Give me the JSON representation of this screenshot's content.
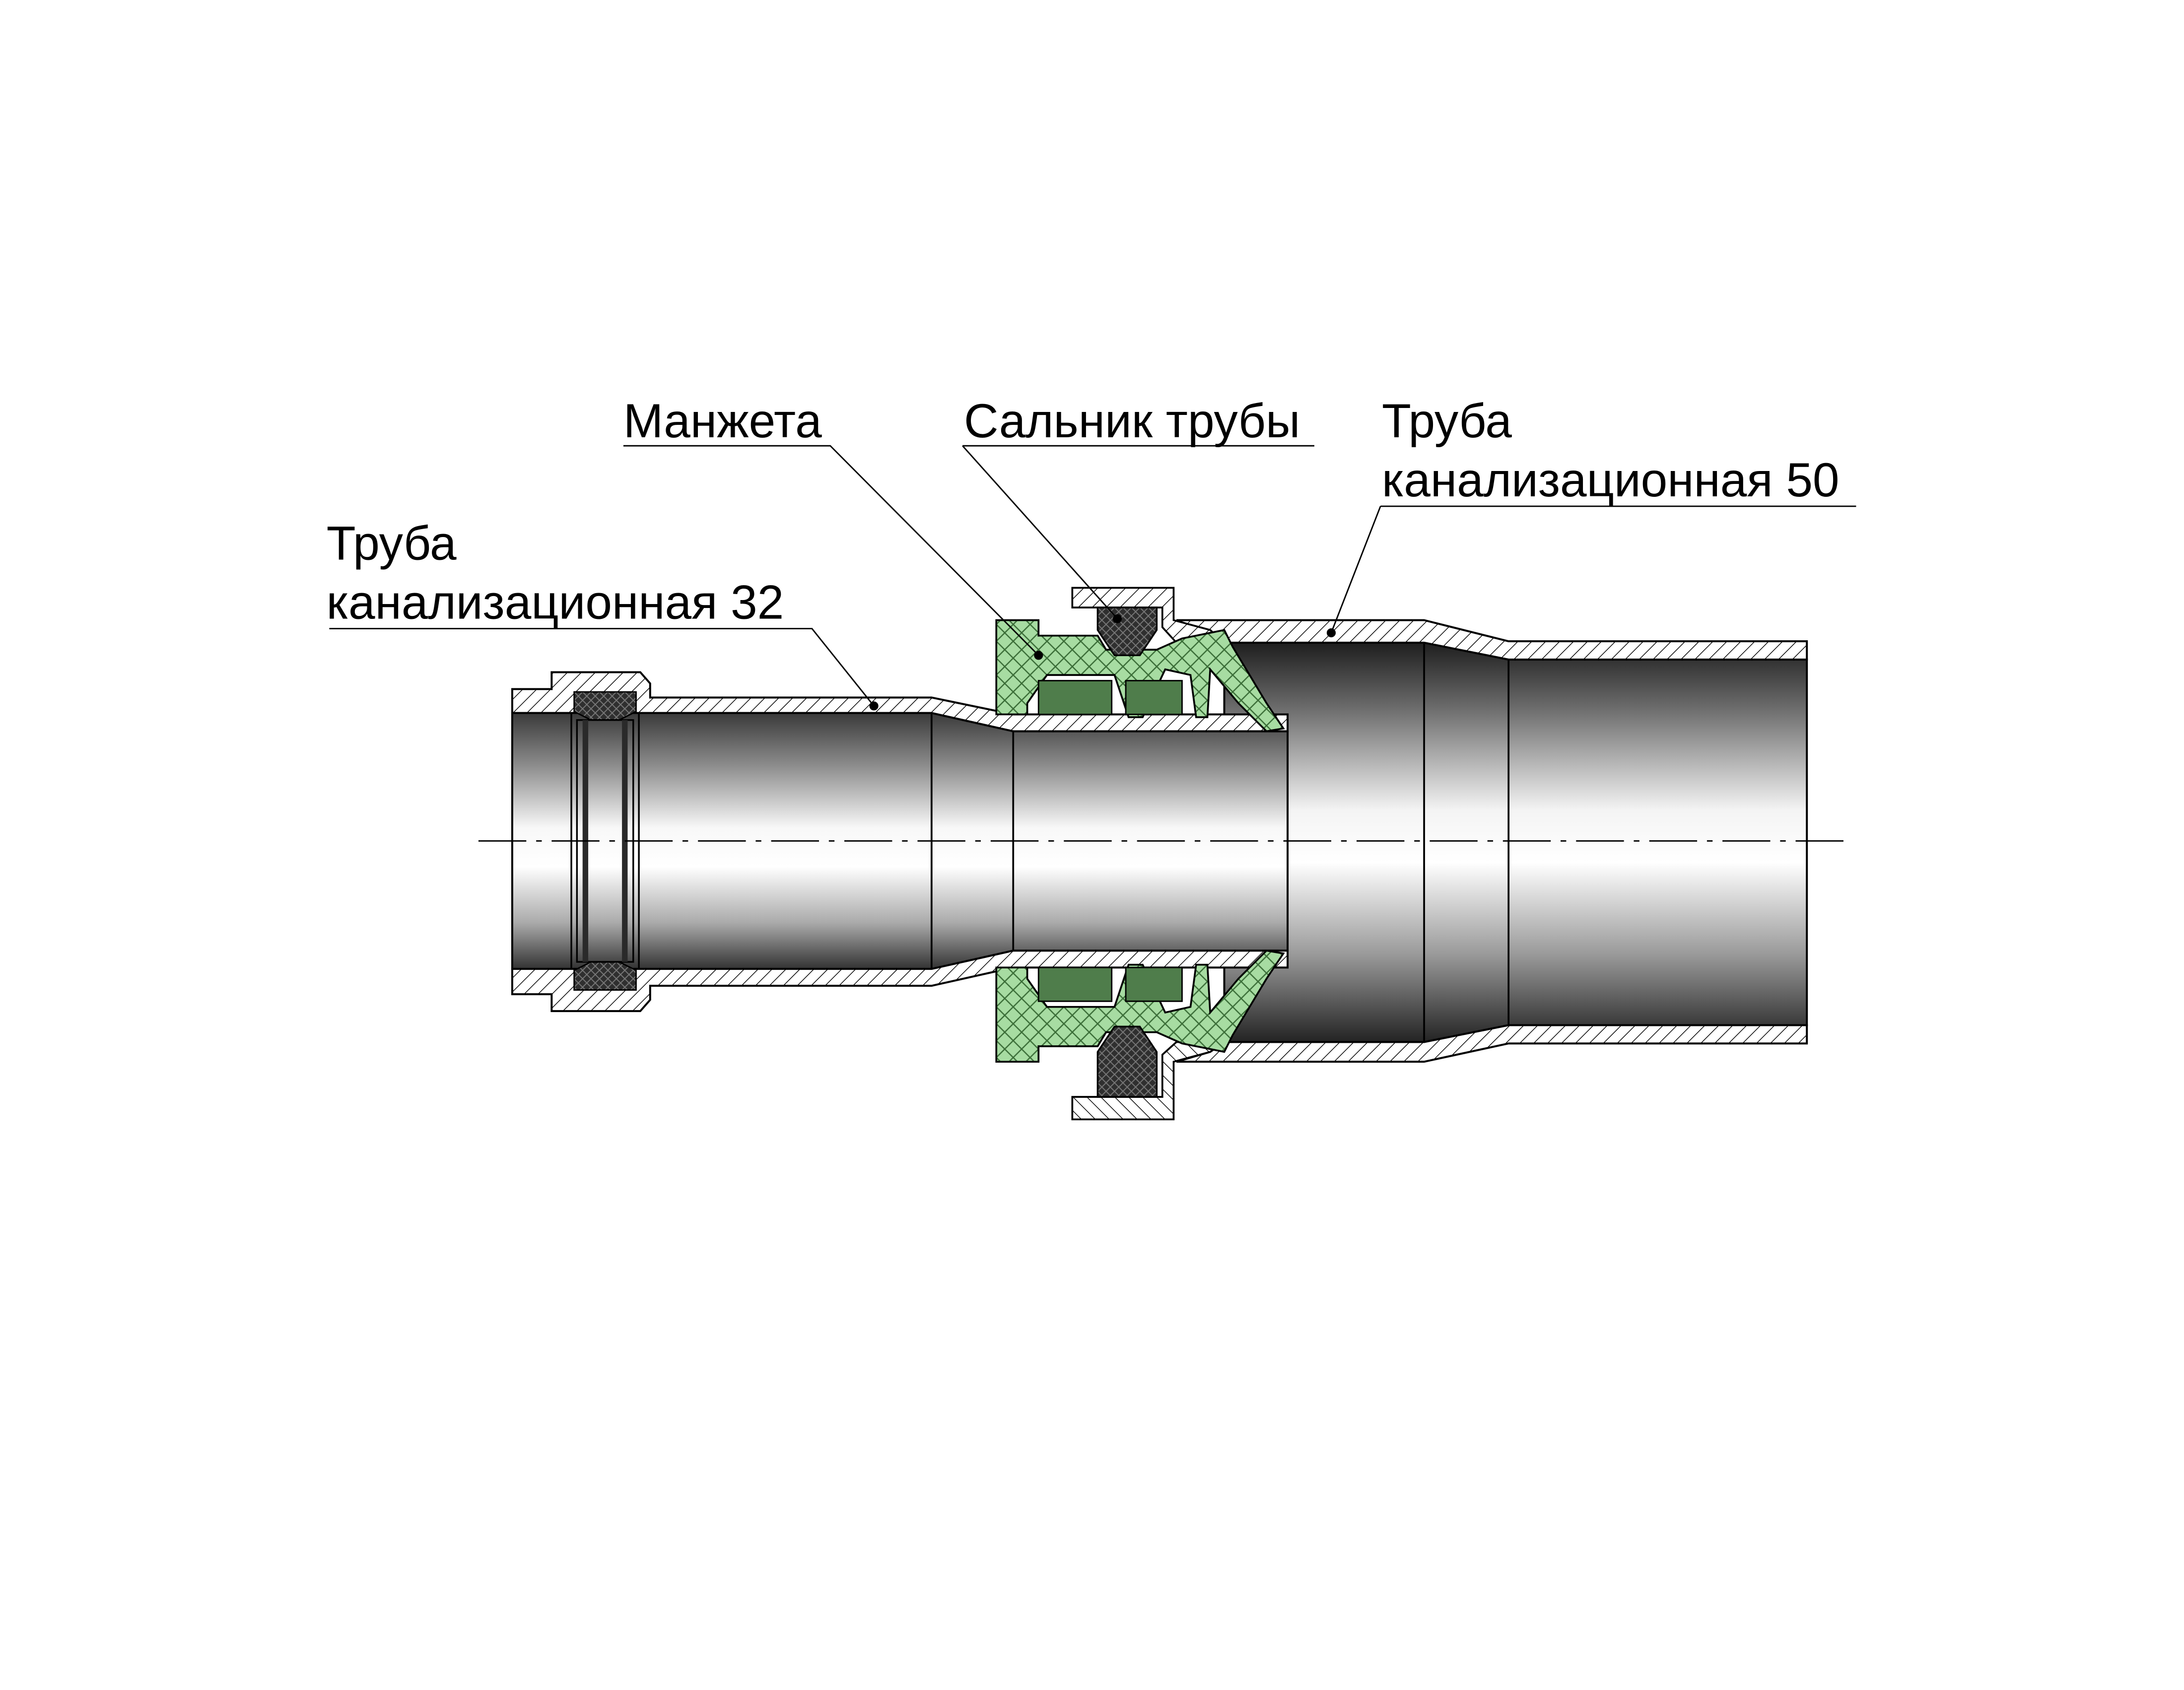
{
  "labels": {
    "pipe32_line1": "Труба",
    "pipe32_line2": "канализационная 32",
    "cuff": "Манжета",
    "gland": "Сальник трубы",
    "pipe50_line1": "Труба",
    "pipe50_line2": "канализационная 50"
  },
  "colors": {
    "seal_fill": "#a7dca2",
    "rubber_fill": "#303030",
    "outline": "#000000",
    "background": "#ffffff"
  }
}
